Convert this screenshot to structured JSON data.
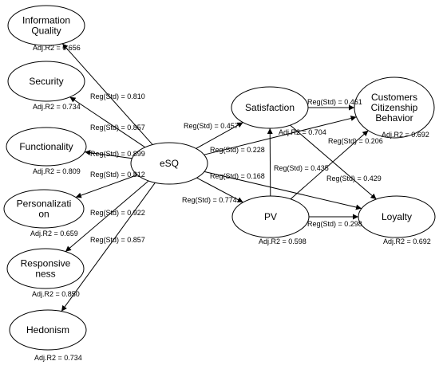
{
  "nodes": {
    "info_quality": {
      "lines": [
        "Information",
        "Quality"
      ],
      "stat": "Adj.R2 = 0.656"
    },
    "security": {
      "lines": [
        "Security"
      ],
      "stat": "Adj.R2 = 0.734"
    },
    "functionality": {
      "lines": [
        "Functionality"
      ],
      "stat": "Adj.R2 = 0.809"
    },
    "personalization": {
      "lines": [
        "Personalizati",
        "on"
      ],
      "stat": "Adj.R2 = 0.659"
    },
    "responsiveness": {
      "lines": [
        "Responsive",
        "ness"
      ],
      "stat": "Adj.R2 = 0.850"
    },
    "hedonism": {
      "lines": [
        "Hedonism"
      ],
      "stat": "Adj.R2 = 0.734"
    },
    "esq": {
      "lines": [
        "eSQ"
      ],
      "stat": ""
    },
    "satisfaction": {
      "lines": [
        "Satisfaction"
      ],
      "stat": "Adj.R2 = 0.704"
    },
    "ccb": {
      "lines": [
        "Customers",
        "Citizenship",
        "Behavior"
      ],
      "stat": "Adj.R2 = 0.692"
    },
    "pv": {
      "lines": [
        "PV"
      ],
      "stat": "Adj.R2 = 0.598"
    },
    "loyalty": {
      "lines": [
        "Loyalty"
      ],
      "stat": "Adj.R2 = 0.692"
    }
  },
  "edges": [
    {
      "id": "esq-info_quality",
      "from": "esq",
      "to": "info_quality",
      "label": "Reg(Std) = 0.810"
    },
    {
      "id": "esq-security",
      "from": "esq",
      "to": "security",
      "label": "Reg(Std) = 0.857"
    },
    {
      "id": "esq-functionality",
      "from": "esq",
      "to": "functionality",
      "label": "Reg(Std) = 0.899"
    },
    {
      "id": "esq-personalization",
      "from": "esq",
      "to": "personalization",
      "label": "Reg(Std) = 0.812"
    },
    {
      "id": "esq-responsiveness",
      "from": "esq",
      "to": "responsiveness",
      "label": "Reg(Std) = 0.922"
    },
    {
      "id": "esq-hedonism",
      "from": "esq",
      "to": "hedonism",
      "label": "Reg(Std) = 0.857"
    },
    {
      "id": "esq-satisfaction",
      "from": "esq",
      "to": "satisfaction",
      "label": "Reg(Std) = 0.457"
    },
    {
      "id": "esq-ccb",
      "from": "esq",
      "to": "ccb",
      "label": "Reg(Std) = 0.228"
    },
    {
      "id": "esq-loyalty",
      "from": "esq",
      "to": "loyalty",
      "label": "Reg(Std) = 0.168"
    },
    {
      "id": "esq-pv",
      "from": "esq",
      "to": "pv",
      "label": "Reg(Std) = 0.774"
    },
    {
      "id": "satisfaction-ccb",
      "from": "satisfaction",
      "to": "ccb",
      "label": "Reg(Std) = 0.461"
    },
    {
      "id": "satisfaction-loyalty",
      "from": "satisfaction",
      "to": "loyalty",
      "label": "Reg(Std) = 0.206"
    },
    {
      "id": "pv-satisfaction",
      "from": "pv",
      "to": "satisfaction",
      "label": "Reg(Std) = 0.435"
    },
    {
      "id": "pv-ccb",
      "from": "pv",
      "to": "ccb",
      "label": "Reg(Std) = 0.429"
    },
    {
      "id": "pv-loyalty",
      "from": "pv",
      "to": "loyalty",
      "label": "Reg(Std) = 0.298"
    }
  ]
}
